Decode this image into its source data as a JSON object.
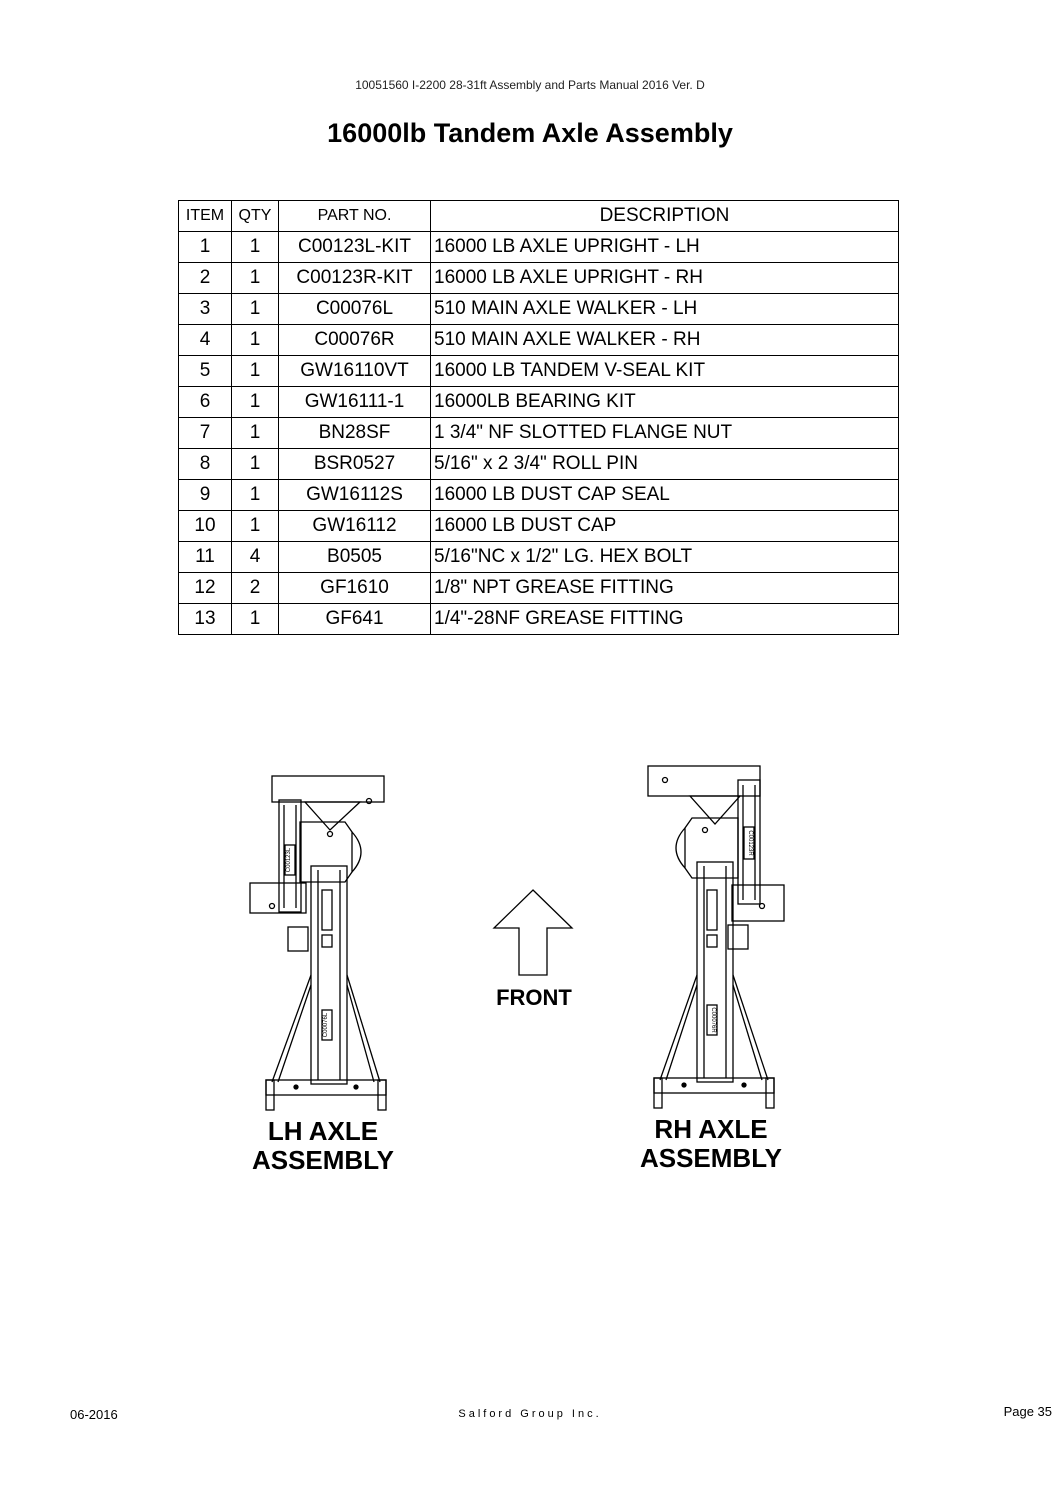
{
  "header": {
    "doc_ref": "10051560 I-2200 28-31ft Assembly and Parts Manual 2016 Ver. D"
  },
  "title": "16000lb Tandem Axle Assembly",
  "parts_table": {
    "columns": [
      "ITEM",
      "QTY",
      "PART NO.",
      "DESCRIPTION"
    ],
    "rows": [
      {
        "item": "1",
        "qty": "1",
        "part": "C00123L-KIT",
        "desc": "16000 LB AXLE UPRIGHT - LH"
      },
      {
        "item": "2",
        "qty": "1",
        "part": "C00123R-KIT",
        "desc": "16000 LB AXLE UPRIGHT - RH"
      },
      {
        "item": "3",
        "qty": "1",
        "part": "C00076L",
        "desc": "510 MAIN AXLE WALKER - LH"
      },
      {
        "item": "4",
        "qty": "1",
        "part": "C00076R",
        "desc": "510 MAIN AXLE WALKER - RH"
      },
      {
        "item": "5",
        "qty": "1",
        "part": "GW16110VT",
        "desc": "16000 LB TANDEM V-SEAL KIT"
      },
      {
        "item": "6",
        "qty": "1",
        "part": "GW16111-1",
        "desc": "16000LB BEARING KIT"
      },
      {
        "item": "7",
        "qty": "1",
        "part": "BN28SF",
        "desc": "1 3/4\" NF SLOTTED FLANGE NUT"
      },
      {
        "item": "8",
        "qty": "1",
        "part": "BSR0527",
        "desc": "5/16\" x 2 3/4\" ROLL PIN"
      },
      {
        "item": "9",
        "qty": "1",
        "part": "GW16112S",
        "desc": "16000 LB DUST CAP SEAL"
      },
      {
        "item": "10",
        "qty": "1",
        "part": "GW16112",
        "desc": "16000 LB DUST CAP"
      },
      {
        "item": "11",
        "qty": "4",
        "part": "B0505",
        "desc": "5/16\"NC x 1/2\" LG. HEX BOLT"
      },
      {
        "item": "12",
        "qty": "2",
        "part": "GF1610",
        "desc": "1/8\" NPT GREASE FITTING"
      },
      {
        "item": "13",
        "qty": "1",
        "part": "GF641",
        "desc": "1/4\"-28NF GREASE FITTING"
      }
    ]
  },
  "drawing": {
    "lh_label_1": "LH AXLE",
    "lh_label_2": "ASSEMBLY",
    "rh_label_1": "RH AXLE",
    "rh_label_2": "ASSEMBLY",
    "front_label": "FRONT",
    "stencil_lh_upright": "C00123L",
    "stencil_lh_walker": "C00076L",
    "stencil_rh_upright": "C00123R",
    "stencil_rh_walker": "C00076R"
  },
  "footer": {
    "date": "06-2016",
    "company": "Salford Group Inc.",
    "page": "Page 35"
  }
}
